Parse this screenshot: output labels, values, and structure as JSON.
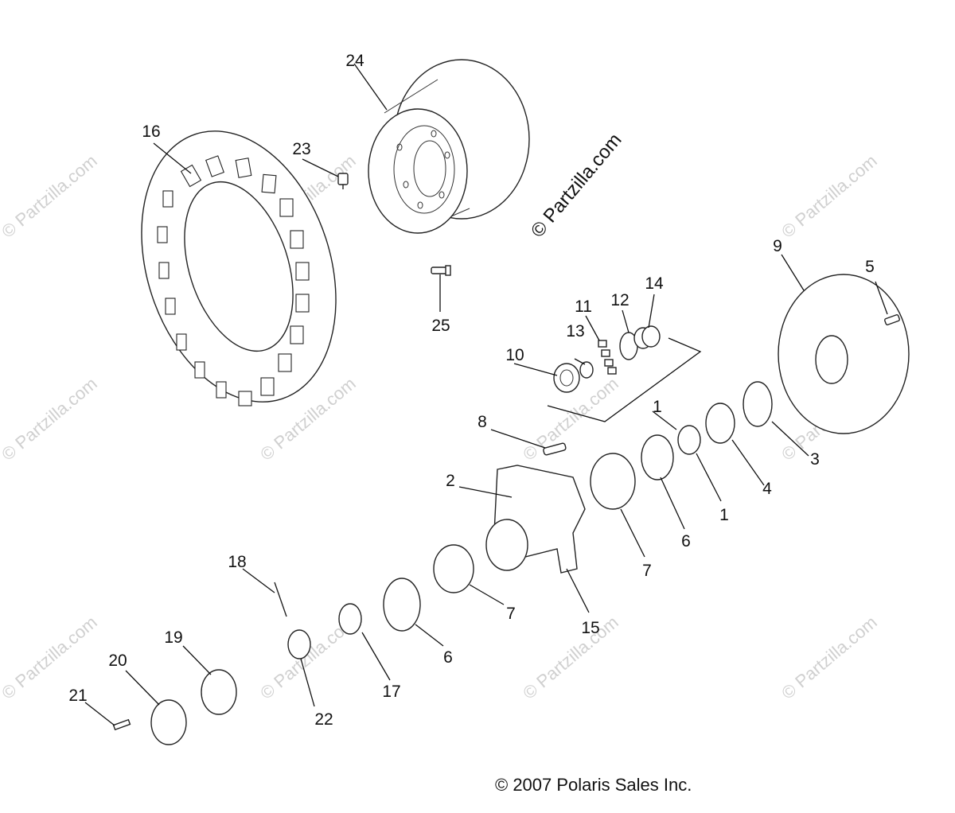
{
  "diagram": {
    "watermark_main": "© Partzilla.com",
    "watermark_repeat": "© Partzilla.com",
    "copyright": "© 2007 Polaris Sales Inc.",
    "callouts": {
      "c1a": "1",
      "c1b": "1",
      "c2": "2",
      "c3": "3",
      "c4": "4",
      "c5": "5",
      "c6a": "6",
      "c6b": "6",
      "c7a": "7",
      "c7b": "7",
      "c8": "8",
      "c9": "9",
      "c10": "10",
      "c11": "11",
      "c12": "12",
      "c13": "13",
      "c14": "14",
      "c15": "15",
      "c16": "16",
      "c17": "17",
      "c18": "18",
      "c19": "19",
      "c20": "20",
      "c21": "21",
      "c22": "22",
      "c23": "23",
      "c24": "24",
      "c25": "25"
    }
  }
}
